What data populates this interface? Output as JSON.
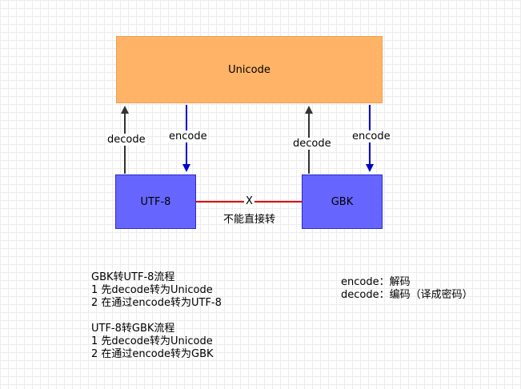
{
  "nodes": {
    "unicode": "Unicode",
    "utf8": "UTF-8",
    "gbk": "GBK"
  },
  "edges": {
    "utf8_decode": "decode",
    "utf8_encode": "encode",
    "gbk_decode": "decode",
    "gbk_encode": "encode",
    "no_direct_mark": "X",
    "no_direct_label": "不能直接转"
  },
  "notes": {
    "gbk_to_utf8": {
      "title": "GBK转UTF-8流程",
      "step1": "1 先decode转为Unicode",
      "step2": "2 在通过encode转为UTF-8"
    },
    "utf8_to_gbk": {
      "title": "UTF-8转GBK流程",
      "step1": "1 先decode转为Unicode",
      "step2": "2 在通过encode转为GBK"
    },
    "legend": {
      "encode": "encode：解码",
      "decode": "decode：编码（译成密码）"
    }
  },
  "colors": {
    "unicode_fill": "#ffb366",
    "codec_fill": "#6666ff",
    "decode_arrow": "#333333",
    "encode_arrow": "#0000cc",
    "no_direct_line": "#dd0000"
  }
}
